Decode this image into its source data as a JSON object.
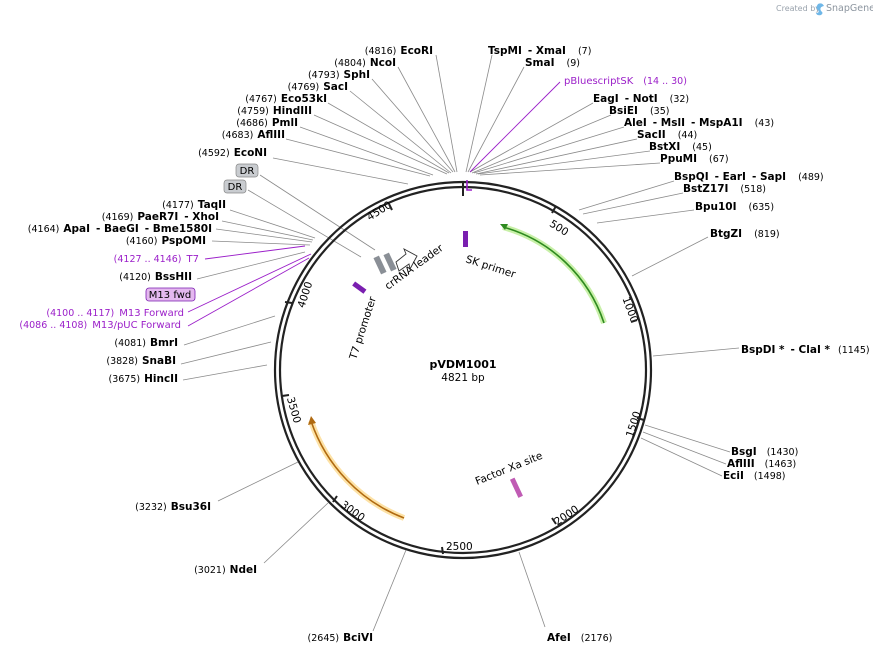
{
  "credit": {
    "prefix": "Created by",
    "brand": "SnapGene"
  },
  "plasmid": {
    "name": "pVDM1001",
    "length_label": "4821 bp",
    "length": 4821
  },
  "colors": {
    "backbone": "#222222",
    "feature_purple": "#9b1fc9",
    "green_arc": "#7ed957",
    "orange_arc": "#f6c35f"
  },
  "ticks": [
    "500",
    "1000",
    "1500",
    "2000",
    "2500",
    "3000",
    "3500",
    "4000",
    "4500"
  ],
  "features": {
    "sk_primer": "SK primer",
    "crrna_leader": "crRNA leader",
    "t7_promoter": "T7 promoter",
    "factor_xa": "Factor Xa site",
    "dr_1": "DR",
    "dr_2": "DR",
    "m13_fwd": "M13 fwd"
  },
  "sites": {
    "ecori": {
      "pos": "(4816)",
      "name": "EcoRI"
    },
    "ncoi": {
      "pos": "(4804)",
      "name": "NcoI"
    },
    "sphi": {
      "pos": "(4793)",
      "name": "SphI"
    },
    "saci": {
      "pos": "(4769)",
      "name": "SacI"
    },
    "eco53ki": {
      "pos": "(4767)",
      "name": "Eco53kI"
    },
    "hindiii": {
      "pos": "(4759)",
      "name": "HindIII"
    },
    "pmli": {
      "pos": "(4686)",
      "name": "PmlI"
    },
    "afliii": {
      "pos": "(4683)",
      "name": "AflIII"
    },
    "econi": {
      "pos": "(4592)",
      "name": "EcoNI"
    },
    "taqii": {
      "pos": "(4177)",
      "name": "TaqII"
    },
    "paer7i": {
      "pos": "(4169)",
      "name": "PaeR7I",
      "extra": "- XhoI"
    },
    "apai": {
      "pos": "(4164)",
      "name": "ApaI",
      "extra1": "- BaeGI",
      "extra2": "- Bme1580I"
    },
    "pspomi": {
      "pos": "(4160)",
      "name": "PspOMI"
    },
    "bsshii": {
      "pos": "(4120)",
      "name": "BssHII"
    },
    "bmri": {
      "pos": "(4081)",
      "name": "BmrI"
    },
    "snabi": {
      "pos": "(3828)",
      "name": "SnaBI"
    },
    "hincii": {
      "pos": "(3675)",
      "name": "HincII"
    },
    "bsu36i": {
      "pos": "(3232)",
      "name": "Bsu36I"
    },
    "ndei": {
      "pos": "(3021)",
      "name": "NdeI"
    },
    "bcivi": {
      "pos": "(2645)",
      "name": "BciVI"
    },
    "afei": {
      "name": "AfeI",
      "pos": "(2176)"
    },
    "tspmi": {
      "name": "TspMI",
      "extra": "- XmaI",
      "pos": "(7)"
    },
    "smai": {
      "name": "SmaI",
      "pos": "(9)"
    },
    "eagi": {
      "name": "EagI",
      "extra": "- NotI",
      "pos": "(32)"
    },
    "bsiei": {
      "name": "BsiEI",
      "pos": "(35)"
    },
    "alei": {
      "name": "AleI",
      "extra1": "- MslI",
      "extra2": "- MspA1I",
      "pos": "(43)"
    },
    "sacii": {
      "name": "SacII",
      "pos": "(44)"
    },
    "bstxi": {
      "name": "BstXI",
      "pos": "(45)"
    },
    "ppumi": {
      "name": "PpuMI",
      "pos": "(67)"
    },
    "bspqi": {
      "name": "BspQI",
      "extra1": "- EarI",
      "extra2": "- SapI",
      "pos": "(489)"
    },
    "bstz17i": {
      "name": "BstZ17I",
      "pos": "(518)"
    },
    "bpu10i": {
      "name": "Bpu10I",
      "pos": "(635)"
    },
    "btgzi": {
      "name": "BtgZI",
      "pos": "(819)"
    },
    "bspdi": {
      "name": "BspDI *",
      "extra": "- ClaI *",
      "pos": "(1145)"
    },
    "bsgi": {
      "name": "BsgI",
      "pos": "(1430)"
    },
    "afliii_2": {
      "name": "AflIII",
      "pos": "(1463)"
    },
    "ecii": {
      "name": "EciI",
      "pos": "(1498)"
    }
  },
  "primers": {
    "pbluescript_sk": {
      "name": "pBluescriptSK",
      "range": "(14 .. 30)"
    },
    "t7": {
      "range": "(4127 .. 4146)",
      "name": "T7"
    },
    "m13_forward": {
      "range": "(4100 .. 4117)",
      "name": "M13 Forward"
    },
    "m13_puc": {
      "range": "(4086 .. 4108)",
      "name": "M13/pUC Forward"
    }
  }
}
